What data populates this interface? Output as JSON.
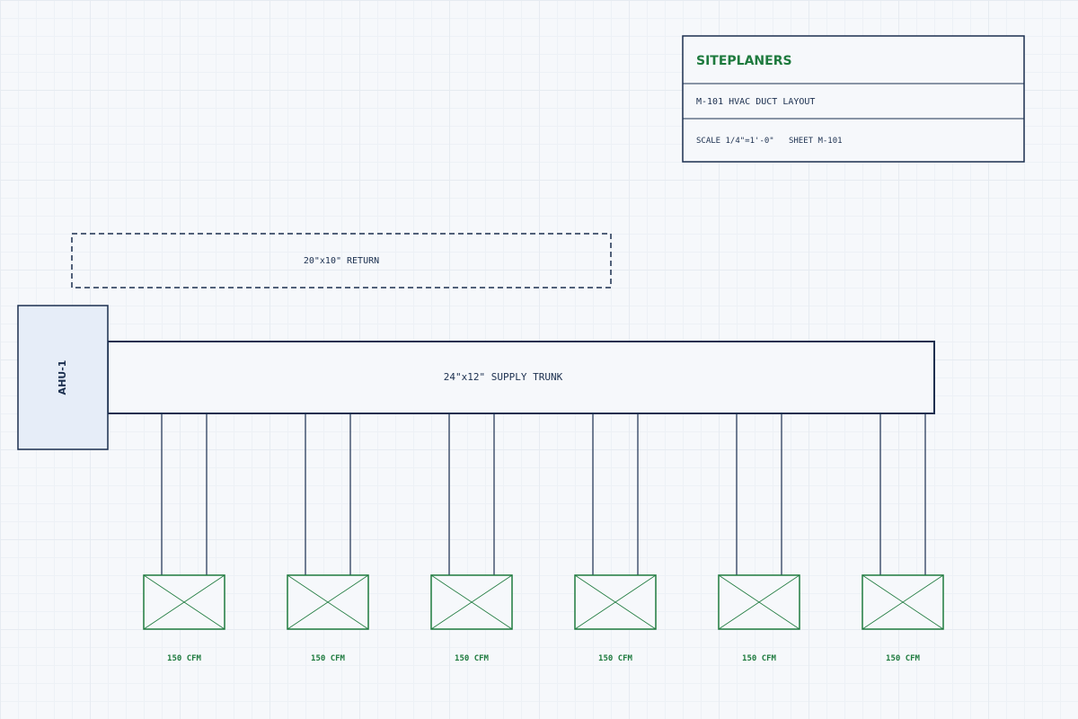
{
  "title_block": {
    "company": "SITEPLANERS",
    "drawing_title": "M-101 HVAC DUCT LAYOUT",
    "scale_sheet": "SCALE 1/4\"=1'-0\"   SHEET M-101"
  },
  "return_duct": {
    "label": "20\"x10\" RETURN"
  },
  "ahu": {
    "label": "AHU-1"
  },
  "supply_trunk": {
    "label": "24\"x12\" SUPPLY TRUNK"
  },
  "diffusers": [
    {
      "label": "150 CFM"
    },
    {
      "label": "150 CFM"
    },
    {
      "label": "150 CFM"
    },
    {
      "label": "150 CFM"
    },
    {
      "label": "150 CFM"
    },
    {
      "label": "150 CFM"
    }
  ],
  "colors": {
    "ink": "#1b2f4f",
    "green": "#1e7a3e",
    "ahu_fill": "#e6edf8"
  }
}
